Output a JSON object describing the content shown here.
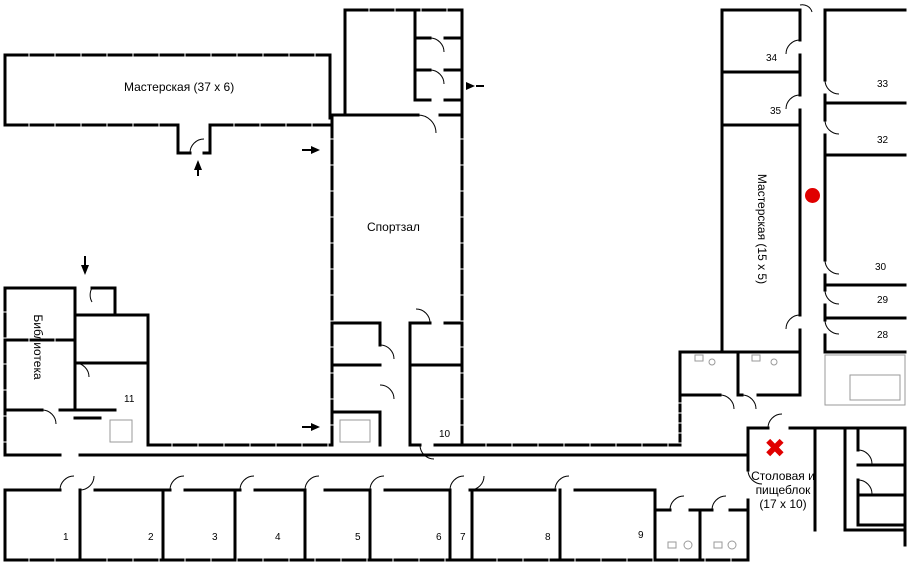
{
  "rooms": {
    "workshop_large": "Мастерская (37 х 6)",
    "gym": "Спортзал",
    "library": "Библиотека",
    "workshop_small": "Мастерская (15 х 5)",
    "canteen_line1": "Столовая и",
    "canteen_line2": "пищеблок",
    "canteen_line3": "(17 х 10)"
  },
  "room_numbers": {
    "r1": "1",
    "r2": "2",
    "r3": "3",
    "r4": "4",
    "r5": "5",
    "r6": "6",
    "r7": "7",
    "r8": "8",
    "r9": "9",
    "r10": "10",
    "r11": "11",
    "r28": "28",
    "r29": "29",
    "r30": "30",
    "r32": "32",
    "r33": "33",
    "r34": "34",
    "r35": "35"
  },
  "markers": {
    "dot_color": "#e00000",
    "x_color": "#e00000",
    "x_symbol": "✖"
  },
  "colors": {
    "wall": "#000000",
    "fixture": "#9a9a9a",
    "background": "#ffffff"
  }
}
